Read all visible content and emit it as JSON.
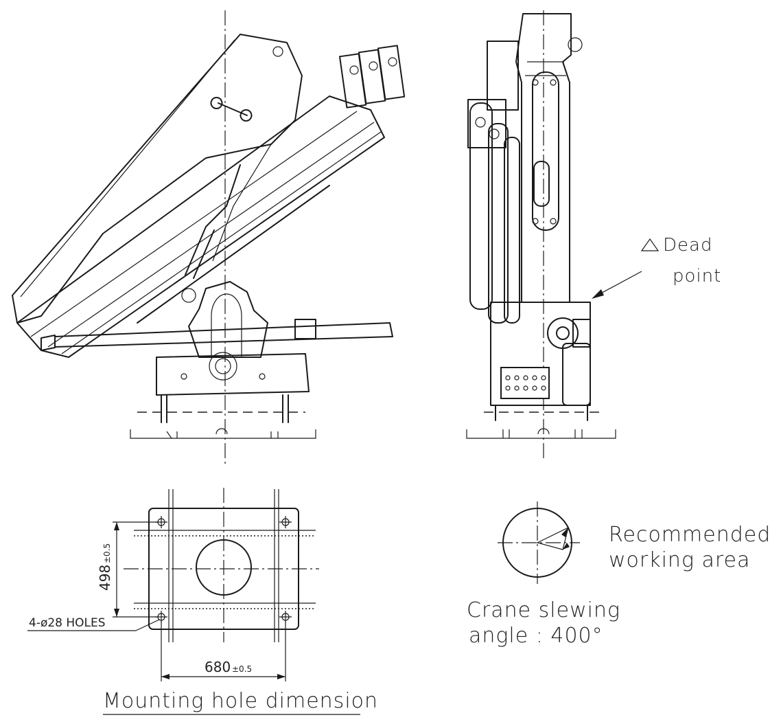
{
  "labels": {
    "dead_point_line1": "Dead",
    "dead_point_line2": "point",
    "working_area_line1": "Recommended",
    "working_area_line2": "working area",
    "slewing_line1": "Crane slewing",
    "slewing_line2": "angle :  400°",
    "mounting_title": "Mounting hole dimension",
    "holes_callout": "4-ø28 HOLES",
    "dim_vertical": "498",
    "dim_vertical_tol": "±0.5",
    "dim_horizontal": "680",
    "dim_horizontal_tol": "±0.5"
  },
  "icons": {
    "dead_point_marker": "triangle-icon",
    "arrow": "arrow-icon"
  },
  "colors": {
    "line": "#1a1a1a",
    "background": "#ffffff"
  }
}
